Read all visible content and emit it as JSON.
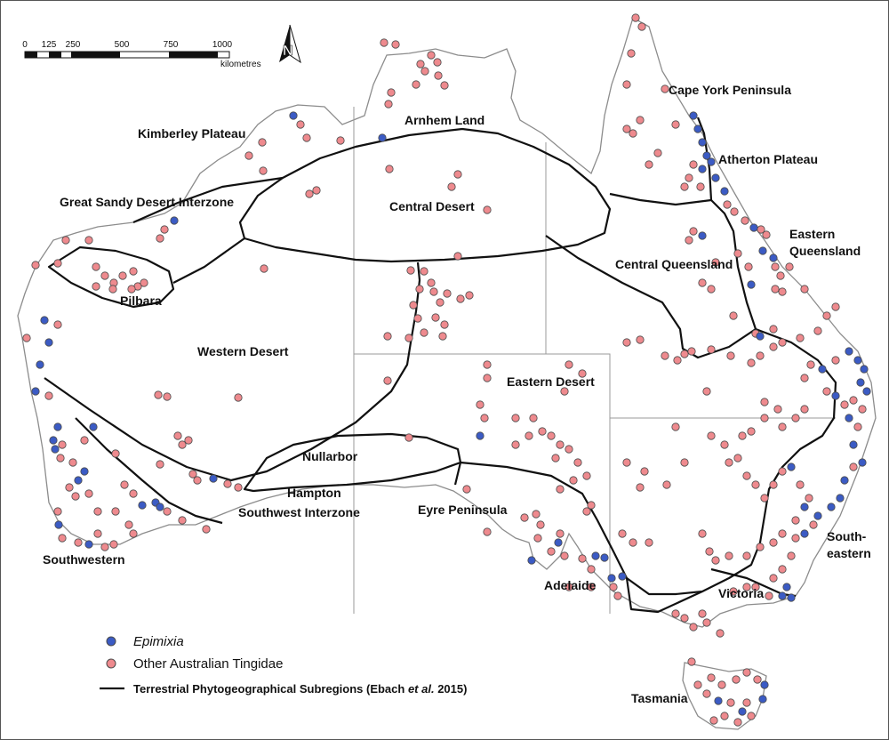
{
  "scale_bar": {
    "ticks": [
      "0",
      "125",
      "250",
      "500",
      "750",
      "1000"
    ],
    "unit": "kilometres"
  },
  "north_arrow": {
    "label": "N",
    "icon": "north-arrow-icon"
  },
  "regions": [
    {
      "id": "cape-york-peninsula",
      "label": "Cape York Peninsula"
    },
    {
      "id": "atherton-plateau",
      "label": "Atherton Plateau"
    },
    {
      "id": "eastern-queensland-1",
      "label": "Eastern"
    },
    {
      "id": "eastern-queensland-2",
      "label": "Queensland"
    },
    {
      "id": "central-queensland",
      "label": "Central Queensland"
    },
    {
      "id": "kimberley-plateau",
      "label": "Kimberley Plateau"
    },
    {
      "id": "arnhem-land",
      "label": "Arnhem Land"
    },
    {
      "id": "central-desert",
      "label": "Central Desert"
    },
    {
      "id": "great-sandy-desert-interzone",
      "label": "Great Sandy Desert Interzone"
    },
    {
      "id": "pilbara",
      "label": "Pilbara"
    },
    {
      "id": "western-desert",
      "label": "Western Desert"
    },
    {
      "id": "eastern-desert",
      "label": "Eastern Desert"
    },
    {
      "id": "nullarbor",
      "label": "Nullarbor"
    },
    {
      "id": "hampton",
      "label": "Hampton"
    },
    {
      "id": "southwest-interzone",
      "label": "Southwest Interzone"
    },
    {
      "id": "eyre-peninsula",
      "label": "Eyre Peninsula"
    },
    {
      "id": "southwestern",
      "label": "Southwestern"
    },
    {
      "id": "adelaide",
      "label": "Adelaide"
    },
    {
      "id": "south-eastern-1",
      "label": "South-"
    },
    {
      "id": "south-eastern-2",
      "label": "eastern"
    },
    {
      "id": "victoria",
      "label": "Victoria"
    },
    {
      "id": "tasmania",
      "label": "Tasmania"
    }
  ],
  "legend": {
    "epimixia_label": "Epimixia",
    "other_label": "Other Australian Tingidae",
    "subregions_prefix": "Terrestrial Phytogeographical Subregions (Ebach ",
    "subregions_italic": "et al.",
    "subregions_suffix": " 2015)"
  },
  "colors": {
    "epimixia": "#3b5bc4",
    "other": "#ee8a8e",
    "point_stroke": "#4a4a4a",
    "coastline": "#8c8c8c",
    "subregion_line": "#111111"
  }
}
